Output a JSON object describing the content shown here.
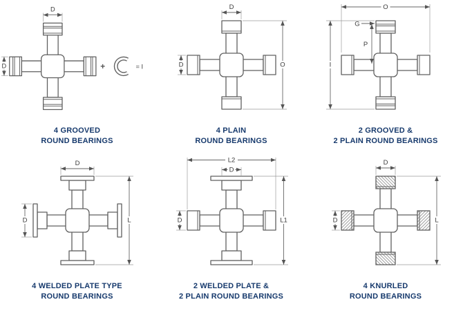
{
  "colors": {
    "caption": "#173a6d",
    "line": "#5f5f5f",
    "background": "#ffffff"
  },
  "diagrams": [
    {
      "caption1": "4 GROOVED",
      "caption2": "ROUND BEARINGS",
      "dims": {
        "top": "D",
        "left": "D",
        "plus": "+",
        "ring_equals": "= I"
      }
    },
    {
      "caption1": "4 PLAIN",
      "caption2": "ROUND BEARINGS",
      "dims": {
        "top": "D",
        "left": "D",
        "right": "O"
      }
    },
    {
      "caption1": "2 GROOVED &",
      "caption2": "2 PLAIN ROUND BEARINGS",
      "dims": {
        "top": "O",
        "groove": "G",
        "left": "I",
        "inner": "P"
      }
    },
    {
      "caption1": "4 WELDED PLATE TYPE",
      "caption2": "ROUND BEARINGS",
      "dims": {
        "top": "D",
        "left": "D",
        "right": "L"
      }
    },
    {
      "caption1": "2 WELDED PLATE &",
      "caption2": "2 PLAIN ROUND BEARINGS",
      "dims": {
        "top_outer": "L2",
        "top": "D",
        "left": "D",
        "right": "L1"
      }
    },
    {
      "caption1": "4 KNURLED",
      "caption2": "ROUND BEARINGS",
      "dims": {
        "top": "D",
        "left": "D",
        "right": "L"
      }
    }
  ]
}
